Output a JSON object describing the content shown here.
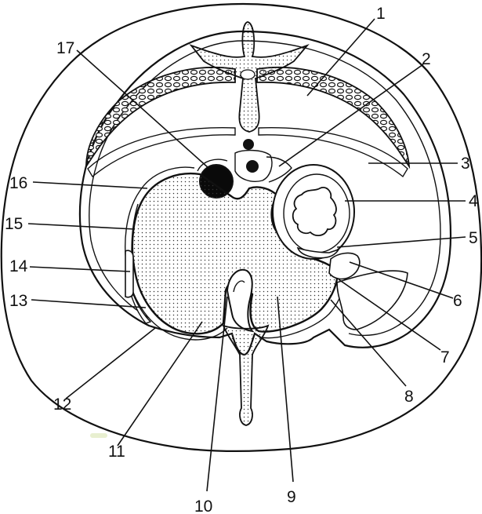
{
  "labels": [
    "1",
    "2",
    "3",
    "4",
    "5",
    "6",
    "7",
    "8",
    "9",
    "10",
    "11",
    "12",
    "13",
    "14",
    "15",
    "16",
    "17"
  ],
  "colors": {
    "ink": "#111111",
    "background": "#ffffff"
  }
}
